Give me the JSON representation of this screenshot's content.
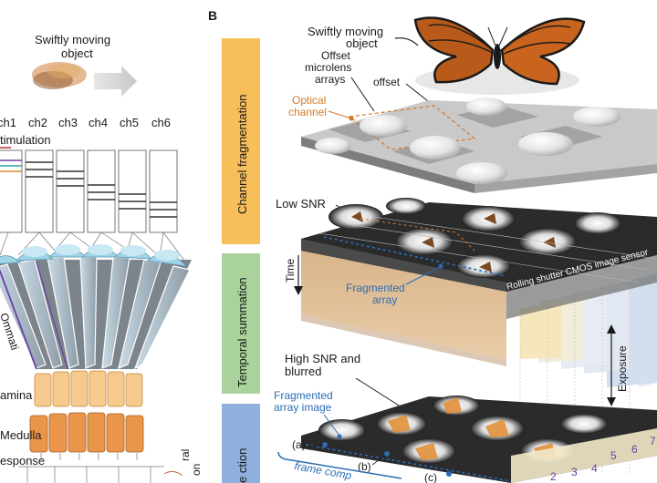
{
  "left_panel": {
    "object_label_line1": "Swiftly moving",
    "object_label_line2": "object",
    "channels": [
      "ch1",
      "ch2",
      "ch3",
      "ch4",
      "ch5",
      "ch6"
    ],
    "stimulation_label": "timulation",
    "ommatidium_label": "Ommati",
    "lamina_label": "amina",
    "medulla_label": "Medulla",
    "response_label": "esponse",
    "bottom_cut_label_1": "ral",
    "bottom_cut_label_2": "on"
  },
  "right_panel": {
    "panel_letter": "B",
    "object_label_line1": "Swiftly moving",
    "object_label_line2": "object",
    "microlens_line1": "Offset",
    "microlens_line2": "microlens",
    "microlens_line3": "arrays",
    "offset_label": "offset",
    "optical_channel_line1": "Optical",
    "optical_channel_line2": "channel",
    "stage_labels": {
      "channel_fragmentation": "Channel fragmentation",
      "temporal_summation": "Temporal summation",
      "third_stage_cut": "e          ction"
    },
    "low_snr_label": "Low SNR",
    "time_label": "Time",
    "fragmented_array_line1": "Fragmented",
    "fragmented_array_line2": "array",
    "sensor_label": "Rolling shutter CMOS image sensor",
    "exposure_label": "Exposure",
    "high_snr_line1": "High SNR and",
    "high_snr_line2": "blurred",
    "fragmented_image_line1": "Fragmented",
    "fragmented_image_line2": "array image",
    "marker_a": "(a)",
    "marker_b": "(b)",
    "marker_c": "(c)",
    "frame_label": "frame comp",
    "frame_numbers": [
      "2",
      "3",
      "4",
      "5",
      "6",
      "7"
    ]
  },
  "colors": {
    "channel_fragmentation_bg": "#f7bf5a",
    "temporal_summation_bg": "#a9d39a",
    "third_stage_bg": "#8fb0dc",
    "fragmented_blue": "#2a6db5",
    "optical_orange": "#d27a2c",
    "lamina_fill": "#f6c98c",
    "medulla_fill": "#e9964b",
    "lens_blue": "#9fd4e8",
    "frame_number_purple": "#6a3fa0"
  }
}
